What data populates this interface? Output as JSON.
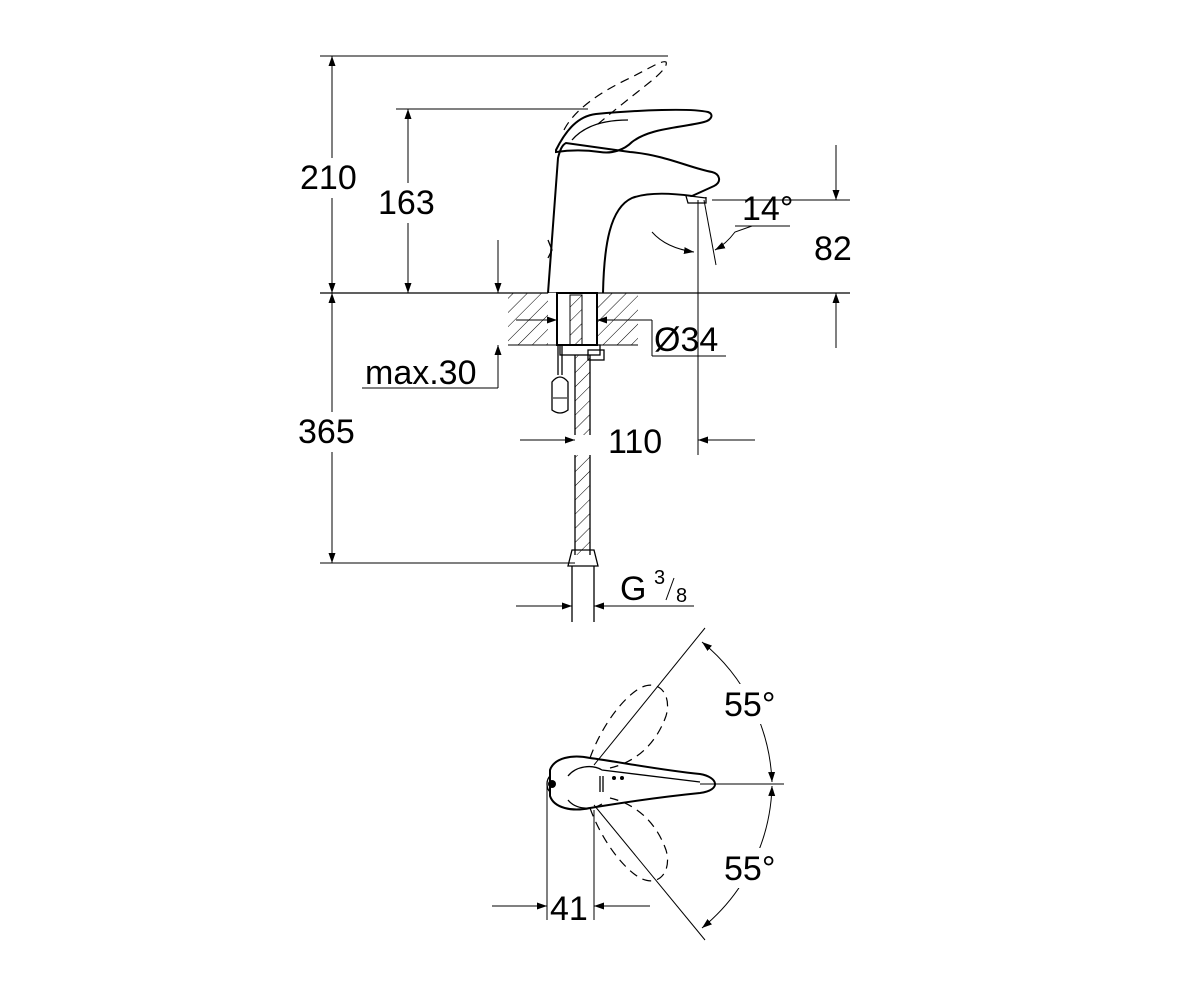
{
  "dimensions": {
    "d210": "210",
    "d163": "163",
    "d82": "82",
    "d14deg": "14°",
    "d34": "Ø34",
    "max30": "max.30",
    "d365": "365",
    "d110": "110",
    "thread_g": "G",
    "thread_num": "3",
    "thread_den": "8",
    "d55_top": "55°",
    "d55_bottom": "55°",
    "d41": "41"
  }
}
